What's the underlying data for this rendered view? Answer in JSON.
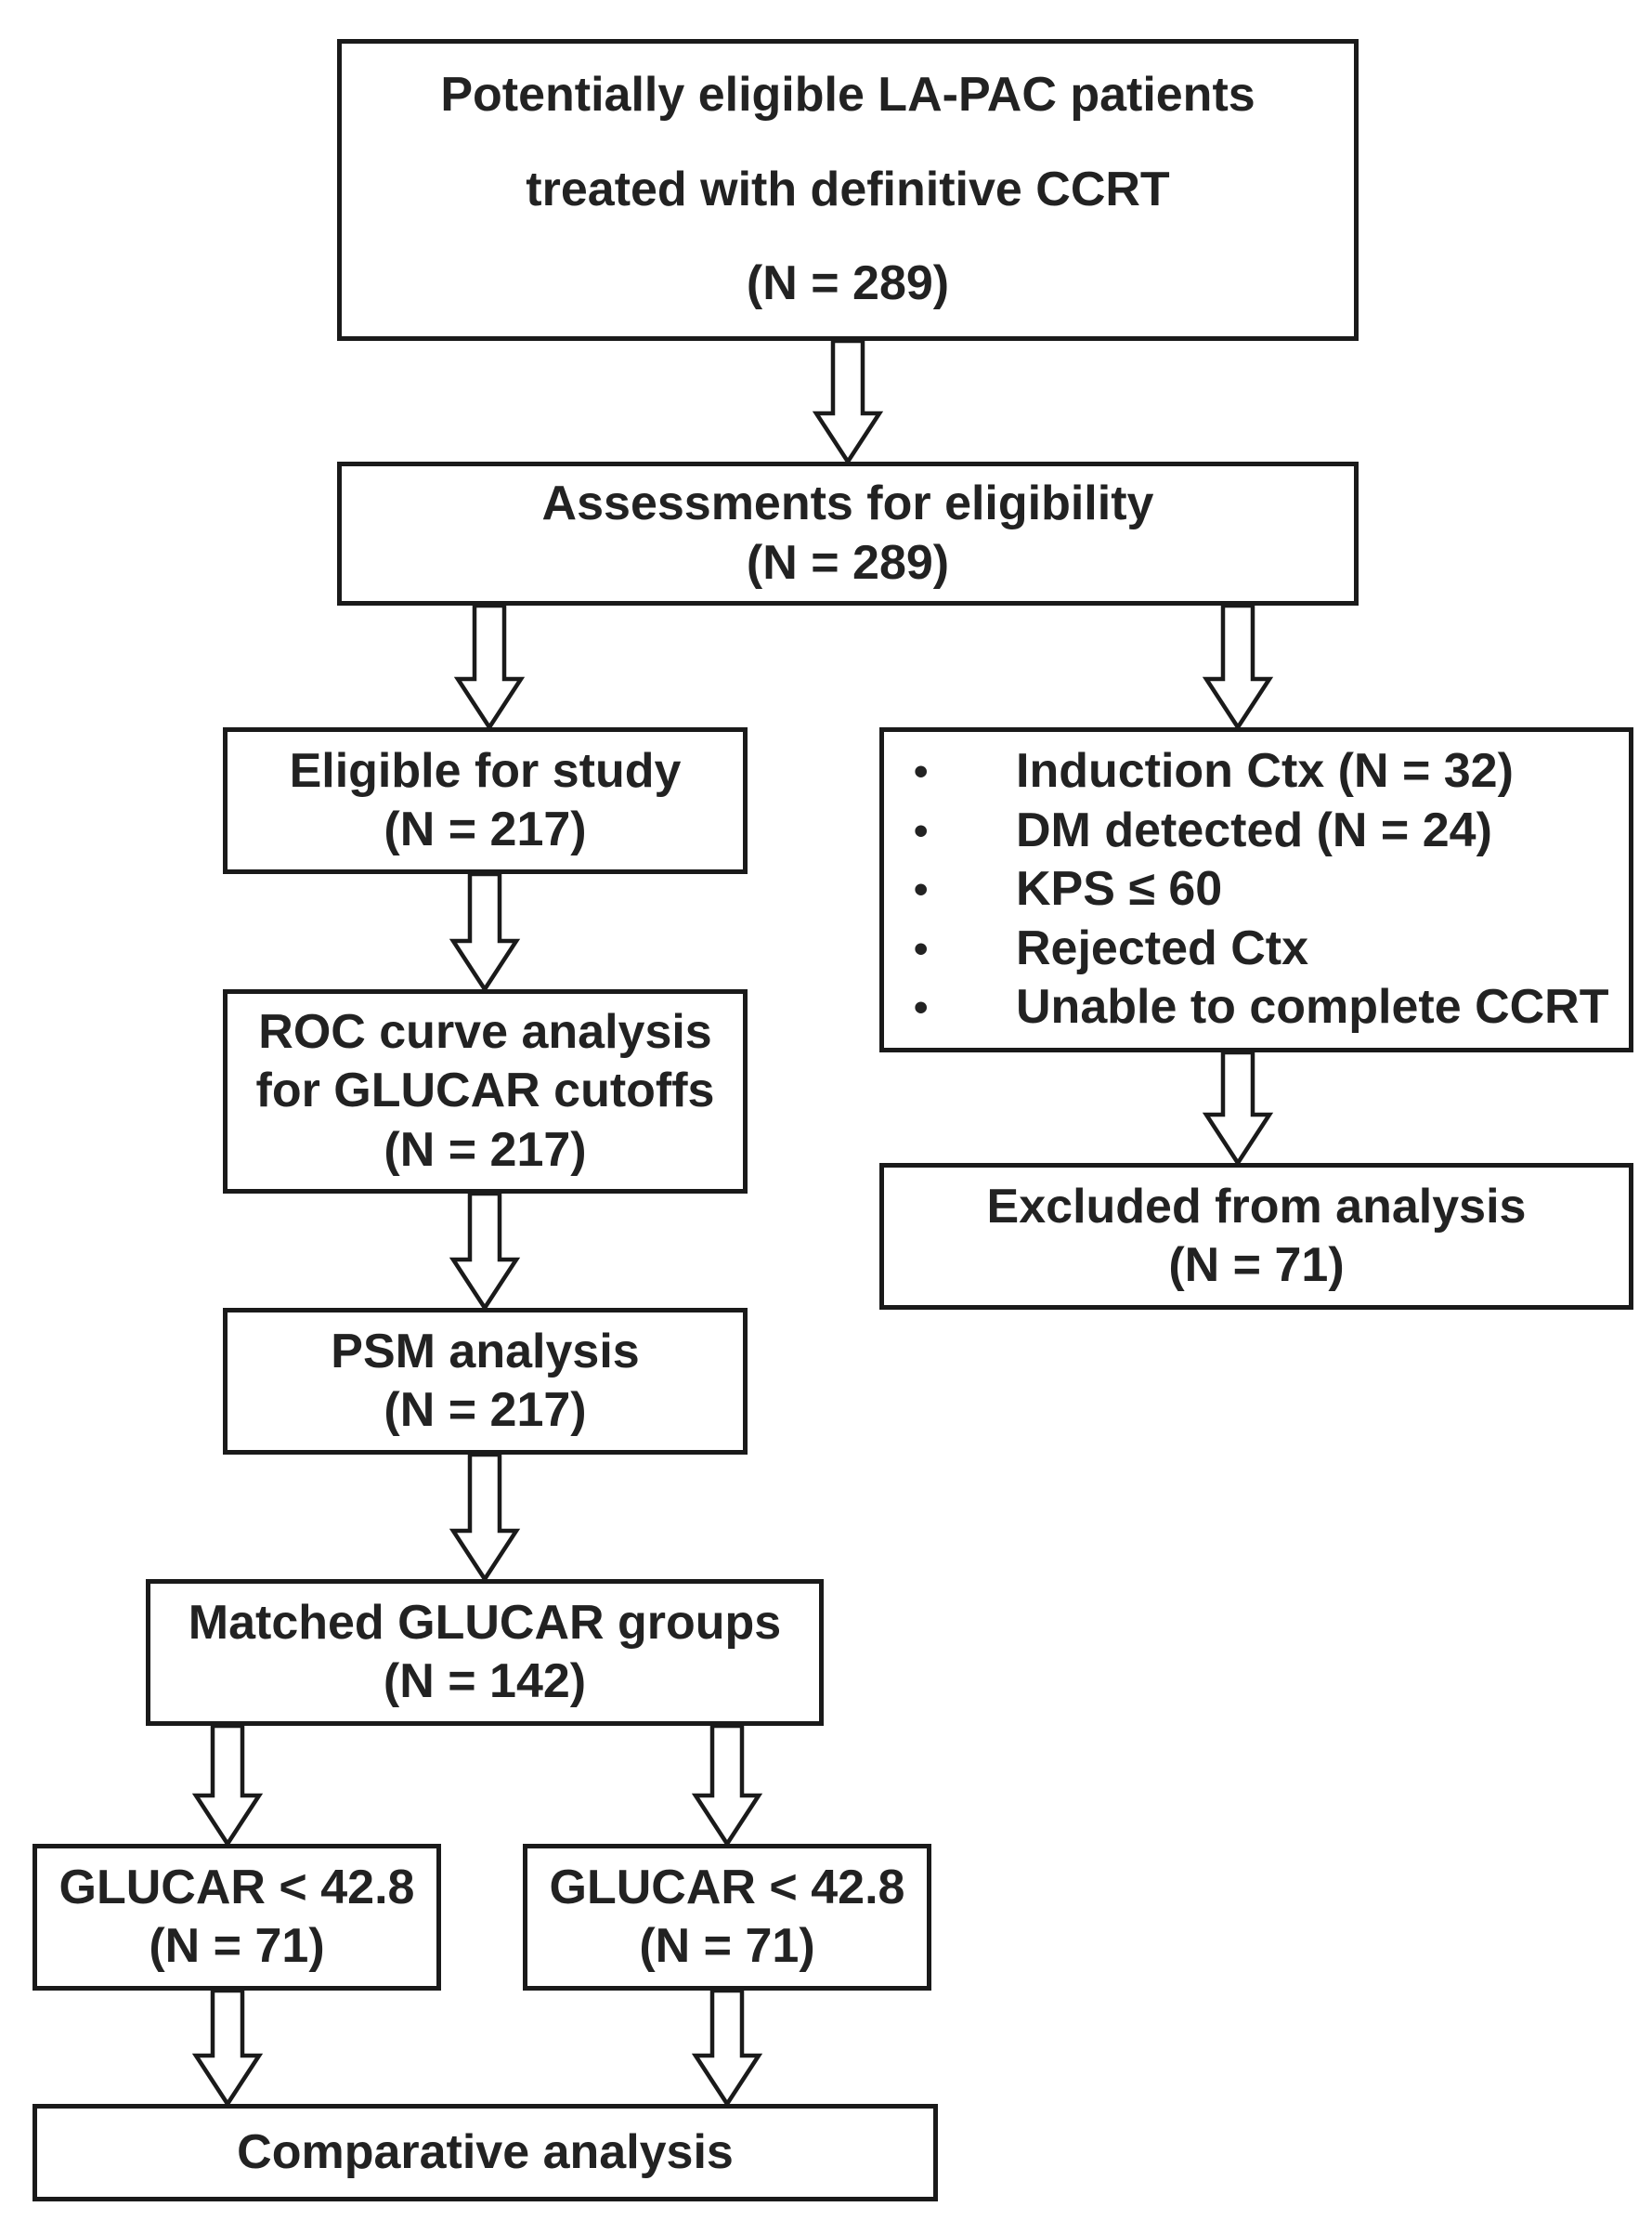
{
  "boxes": {
    "potentially_eligible": {
      "line1": "Potentially eligible LA-PAC patients",
      "line2": "treated with definitive CCRT",
      "line3": "(N = 289)"
    },
    "assessments": {
      "line1": "Assessments for eligibility",
      "line2": "(N = 289)"
    },
    "eligible": {
      "line1": "Eligible for study",
      "line2": "(N = 217)"
    },
    "exclusion_reasons": {
      "bullet": "•",
      "items": [
        "Induction Ctx (N = 32)",
        "DM detected (N = 24)",
        "KPS ≤ 60",
        "Rejected Ctx",
        "Unable to complete CCRT"
      ]
    },
    "excluded": {
      "line1": "Excluded from analysis",
      "line2": "(N = 71)"
    },
    "roc": {
      "line1": "ROC curve analysis",
      "line2": "for GLUCAR cutoffs",
      "line3": "(N = 217)"
    },
    "psm": {
      "line1": "PSM analysis",
      "line2": "(N = 217)"
    },
    "matched": {
      "line1": "Matched GLUCAR groups",
      "line2": "(N = 142)"
    },
    "group_left": {
      "line1": "GLUCAR < 42.8",
      "line2": "(N = 71)"
    },
    "group_right": {
      "line1": "GLUCAR < 42.8",
      "line2": "(N = 71)"
    },
    "comparative": {
      "line1": "Comparative analysis"
    }
  },
  "colors": {
    "border": "#1a1a1a",
    "text": "#222222",
    "background": "#ffffff"
  }
}
